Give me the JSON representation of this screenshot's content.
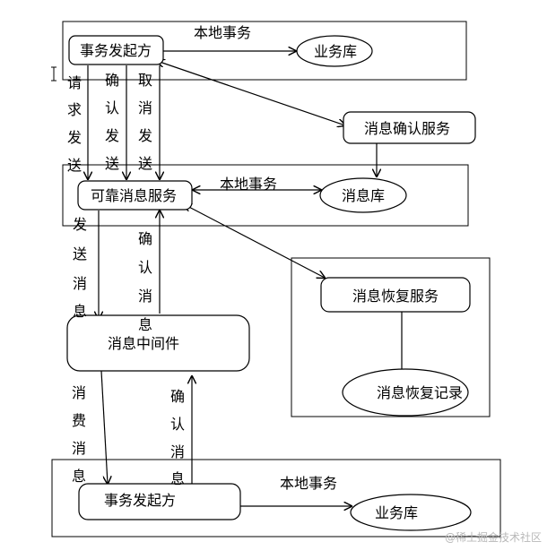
{
  "nodes": {
    "top_initiator": "事务发起方",
    "top_db": "业务库",
    "top_tx": "本地事务",
    "confirm_service": "消息确认服务",
    "reliable_service": "可靠消息服务",
    "mid_tx": "本地事务",
    "msg_db": "消息库",
    "recovery_service": "消息恢复服务",
    "recovery_record": "消息恢复记录",
    "middleware": "消息中间件",
    "bottom_initiator": "事务发起方",
    "bottom_tx": "本地事务",
    "bottom_db": "业务库"
  },
  "edges": {
    "request_send": [
      "请",
      "求",
      "发",
      "送"
    ],
    "confirm_send": [
      "确",
      "认",
      "发",
      "送"
    ],
    "cancel_send": [
      "取",
      "消",
      "发",
      "送"
    ],
    "send_message": [
      "发",
      "送",
      "消",
      "息"
    ],
    "confirm_message_1": [
      "确",
      "认",
      "消",
      "息"
    ],
    "consume_message": [
      "消",
      "费",
      "消",
      "息"
    ],
    "confirm_message_2": [
      "确",
      "认",
      "消",
      "息"
    ]
  },
  "watermark": "@稀土掘金技术社区"
}
